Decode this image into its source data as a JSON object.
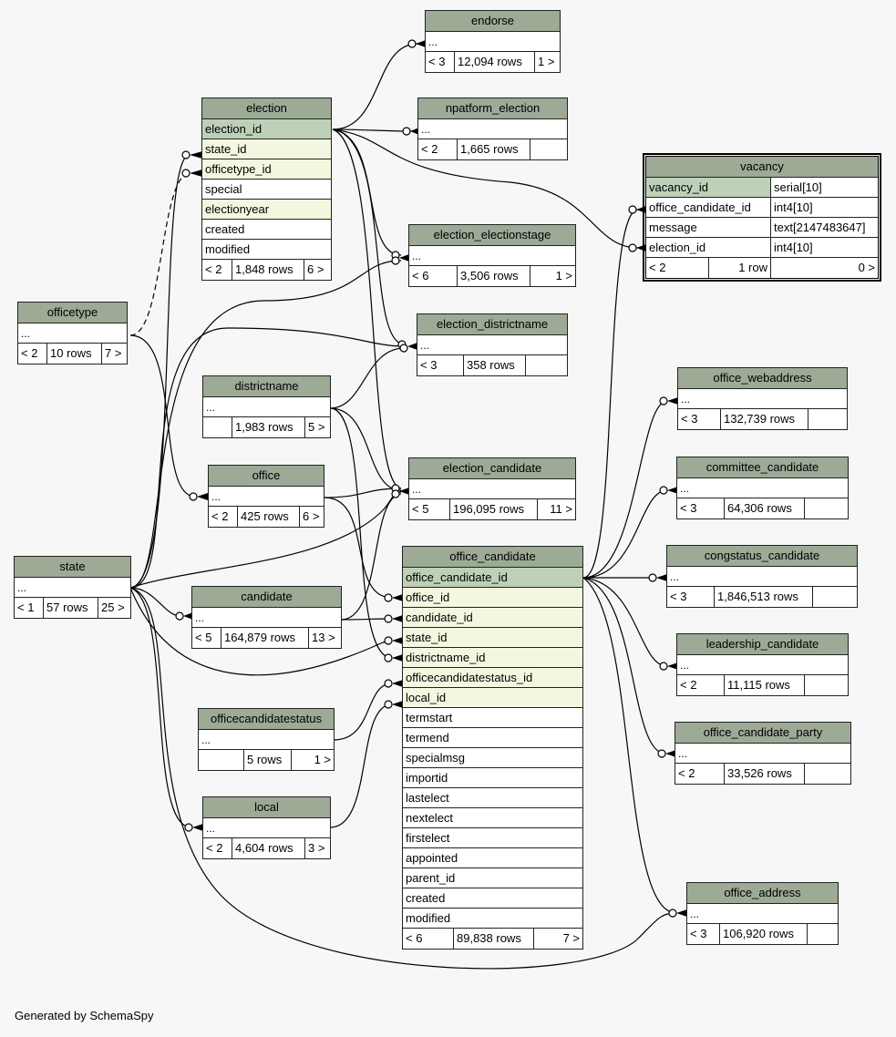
{
  "footer": "Generated by SchemaSpy",
  "colors": {
    "background": "#f7f7f7",
    "header": "#9caa96",
    "primary_key": "#bed1b8",
    "foreign_key": "#f4f7e0",
    "plain": "#ffffff"
  },
  "tables": {
    "endorse": {
      "name": "endorse",
      "summary": "...",
      "parents": "< 3",
      "rows": "12,094 rows",
      "children": "1 >"
    },
    "npatform_election": {
      "name": "npatform_election",
      "summary": "...",
      "parents": "< 2",
      "rows": "1,665 rows",
      "children": ""
    },
    "election": {
      "name": "election",
      "columns": [
        {
          "name": "election_id",
          "kind": "pk"
        },
        {
          "name": "state_id",
          "kind": "fk"
        },
        {
          "name": "officetype_id",
          "kind": "fk"
        },
        {
          "name": "special",
          "kind": "plain"
        },
        {
          "name": "electionyear",
          "kind": "fk"
        },
        {
          "name": "created",
          "kind": "plain"
        },
        {
          "name": "modified",
          "kind": "plain"
        }
      ],
      "parents": "< 2",
      "rows": "1,848 rows",
      "children": "6 >"
    },
    "vacancy": {
      "name": "vacancy",
      "columns": [
        {
          "name": "vacancy_id",
          "type": "serial[10]",
          "kind": "pk"
        },
        {
          "name": "office_candidate_id",
          "type": "int4[10]",
          "kind": "plain"
        },
        {
          "name": "message",
          "type": "text[2147483647]",
          "kind": "plain"
        },
        {
          "name": "election_id",
          "type": "int4[10]",
          "kind": "plain"
        }
      ],
      "parents": "< 2",
      "rows": "1 row",
      "children": "0 >"
    },
    "election_electionstage": {
      "name": "election_electionstage",
      "summary": "...",
      "parents": "< 6",
      "rows": "3,506 rows",
      "children": "1 >"
    },
    "officetype": {
      "name": "officetype",
      "summary": "...",
      "parents": "< 2",
      "rows": "10 rows",
      "children": "7 >"
    },
    "election_districtname": {
      "name": "election_districtname",
      "summary": "...",
      "parents": "< 3",
      "rows": "358 rows",
      "children": ""
    },
    "office_webaddress": {
      "name": "office_webaddress",
      "summary": "...",
      "parents": "< 3",
      "rows": "132,739 rows",
      "children": ""
    },
    "districtname": {
      "name": "districtname",
      "summary": "...",
      "parents": "",
      "rows": "1,983 rows",
      "children": "5 >"
    },
    "committee_candidate": {
      "name": "committee_candidate",
      "summary": "...",
      "parents": "< 3",
      "rows": "64,306 rows",
      "children": ""
    },
    "office": {
      "name": "office",
      "summary": "...",
      "parents": "< 2",
      "rows": "425 rows",
      "children": "6 >"
    },
    "election_candidate": {
      "name": "election_candidate",
      "summary": "...",
      "parents": "< 5",
      "rows": "196,095 rows",
      "children": "11 >"
    },
    "state": {
      "name": "state",
      "summary": "...",
      "parents": "< 1",
      "rows": "57 rows",
      "children": "25 >"
    },
    "office_candidate": {
      "name": "office_candidate",
      "columns": [
        {
          "name": "office_candidate_id",
          "kind": "pk"
        },
        {
          "name": "office_id",
          "kind": "fk"
        },
        {
          "name": "candidate_id",
          "kind": "fk"
        },
        {
          "name": "state_id",
          "kind": "fk"
        },
        {
          "name": "districtname_id",
          "kind": "fk"
        },
        {
          "name": "officecandidatestatus_id",
          "kind": "fk"
        },
        {
          "name": "local_id",
          "kind": "fk"
        },
        {
          "name": "termstart",
          "kind": "plain"
        },
        {
          "name": "termend",
          "kind": "plain"
        },
        {
          "name": "specialmsg",
          "kind": "plain"
        },
        {
          "name": "importid",
          "kind": "plain"
        },
        {
          "name": "lastelect",
          "kind": "plain"
        },
        {
          "name": "nextelect",
          "kind": "plain"
        },
        {
          "name": "firstelect",
          "kind": "plain"
        },
        {
          "name": "appointed",
          "kind": "plain"
        },
        {
          "name": "parent_id",
          "kind": "plain"
        },
        {
          "name": "created",
          "kind": "plain"
        },
        {
          "name": "modified",
          "kind": "plain"
        }
      ],
      "parents": "< 6",
      "rows": "89,838 rows",
      "children": "7 >"
    },
    "congstatus_candidate": {
      "name": "congstatus_candidate",
      "summary": "...",
      "parents": "< 3",
      "rows": "1,846,513 rows",
      "children": ""
    },
    "candidate": {
      "name": "candidate",
      "summary": "...",
      "parents": "< 5",
      "rows": "164,879 rows",
      "children": "13 >"
    },
    "leadership_candidate": {
      "name": "leadership_candidate",
      "summary": "...",
      "parents": "< 2",
      "rows": "11,115 rows",
      "children": ""
    },
    "officecandidatestatus": {
      "name": "officecandidatestatus",
      "summary": "...",
      "parents": "",
      "rows": "5 rows",
      "children": "1 >"
    },
    "office_candidate_party": {
      "name": "office_candidate_party",
      "summary": "...",
      "parents": "< 2",
      "rows": "33,526 rows",
      "children": ""
    },
    "local": {
      "name": "local",
      "summary": "...",
      "parents": "< 2",
      "rows": "4,604 rows",
      "children": "3 >"
    },
    "office_address": {
      "name": "office_address",
      "summary": "...",
      "parents": "< 3",
      "rows": "106,920 rows",
      "children": ""
    }
  }
}
